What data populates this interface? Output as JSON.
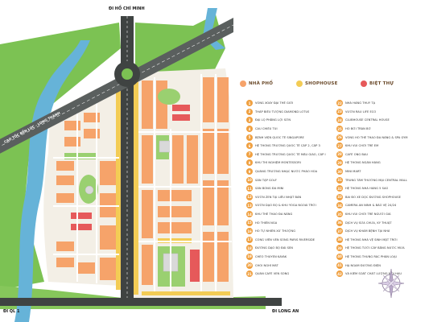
{
  "map": {
    "road_labels": {
      "north": "ĐI HỒ CHÍ MINH",
      "highway": "CAO TỐC BẾN LỨC - LONG THÀNH",
      "southwest": "ĐI QL 1",
      "south": "ĐI LONG AN"
    }
  },
  "legend": [
    {
      "label": "NHÀ PHỐ",
      "color": "#f6a36a"
    },
    {
      "label": "SHOPHOUSE",
      "color": "#f3cc55"
    },
    {
      "label": "BIỆT THỰ",
      "color": "#e6595a"
    }
  ],
  "amenities": [
    {
      "num": "1",
      "label": "VÒNG XOAY ĐẠI THẾ GIỚI"
    },
    {
      "num": "2",
      "label": "THÁP BIỂU TƯỢNG DIAMOND LOTUS"
    },
    {
      "num": "3",
      "label": "ĐẠI LỘ PHẲNG LỢI SƠN"
    },
    {
      "num": "4",
      "label": "CẦU CHIẾU TÚI"
    },
    {
      "num": "5",
      "label": "BỆNH VIỆN QUỐC TẾ SINGAPORE"
    },
    {
      "num": "6",
      "label": "HỆ THỐNG TRƯỜNG QUỐC TẾ CẤP 2, CẤP 3"
    },
    {
      "num": "7",
      "label": "HỆ THỐNG TRƯỜNG QUỐC TẾ MẪU GIÁO, CẤP I"
    },
    {
      "num": "8",
      "label": "KHU THÍ NGHIỆM MONTESSORI"
    },
    {
      "num": "9",
      "label": "QUẢNG TRƯỜNG NHẠC NƯỚC PHÁO HOA"
    },
    {
      "num": "10",
      "label": "SÂN TẬP GOLF"
    },
    {
      "num": "11",
      "label": "SÂN BÓNG ĐÁ MINI"
    },
    {
      "num": "12",
      "label": "VƯỜN ZEN TẠI LIỄU NHẬT BẢN"
    },
    {
      "num": "13",
      "label": "VƯỜN DẠO BỘ & KHU YOGA NGOÀI TRỜI"
    },
    {
      "num": "14",
      "label": "KHU THỂ THAO ĐA NĂNG"
    },
    {
      "num": "15",
      "label": "HỒ THIÊN NGA"
    },
    {
      "num": "16",
      "label": "HỒ TỰ NHIÊN XỨ THƯỢNG"
    },
    {
      "num": "17",
      "label": "CÔNG VIÊN VEN SÔNG PARIS RIVERSIDE"
    },
    {
      "num": "18",
      "label": "ĐƯỜNG DẠO BỘ ĐÀI SEN"
    },
    {
      "num": "19",
      "label": "CHÈO THUYỀN KAYAK"
    },
    {
      "num": "20",
      "label": "CHÒI NGHỈ MÁT"
    },
    {
      "num": "21",
      "label": "QUÁN CAFÉ VEN SÔNG"
    },
    {
      "num": "22",
      "label": "NHÀ HÀNG THỦY TẠ"
    },
    {
      "num": "23",
      "label": "VƯỜN RAU LIFE ECO"
    },
    {
      "num": "24",
      "label": "CLUBHOUSE CENTRAL HOUSE"
    },
    {
      "num": "25",
      "label": "HỒ BƠI TRÀN BỜ"
    },
    {
      "num": "26",
      "label": "VÕNG HỒ THỂ THAO ĐA NĂNG & SPA GYM"
    },
    {
      "num": "27",
      "label": "KHU VUI CHƠI TRẺ EM"
    },
    {
      "num": "28",
      "label": "CAFÉ ÔNG BẦU"
    },
    {
      "num": "29",
      "label": "HỆ THỐNG NGÂN HÀNG"
    },
    {
      "num": "30",
      "label": "MINI MART"
    },
    {
      "num": "31",
      "label": "TRUNG TÂM THƯƠNG MẠI CENTRAL MALL"
    },
    {
      "num": "32",
      "label": "HỆ THỐNG NHÀ HÀNG 5 SAO"
    },
    {
      "num": "33",
      "label": "BÃI ĐỖ XE DỌC ĐƯỜNG SHOPHOUSE"
    },
    {
      "num": "34",
      "label": "CAMERA AN NINH & BẢO VỆ 24/24"
    },
    {
      "num": "35",
      "label": "KHU VUI CHƠI TRẺ NGƯỜI GIÀ"
    },
    {
      "num": "36",
      "label": "DỊCH VỤ SỬA CHỮA, KỸ THUẬT"
    },
    {
      "num": "37",
      "label": "DỊCH VỤ KHÁM BỆNH TẠI NHÀ"
    },
    {
      "num": "38",
      "label": "HỆ THỐNG NHÀ VỆ SINH MẶT TRỜI"
    },
    {
      "num": "39",
      "label": "HỆ THỐNG TƯỚI CÂY BẰNG NƯỚC MƯA"
    },
    {
      "num": "40",
      "label": "HỆ THỐNG THÙNG RÁC PHÂN LOẠI"
    },
    {
      "num": "41",
      "label": "HẠ NGẦM ĐƯỜNG ĐIỆN"
    },
    {
      "num": "42",
      "label": "VẢ KIỂM SOÁT CHẤT LƯỢNG MÔI HẦU"
    }
  ],
  "colors": {
    "river": "#66b3d8",
    "greenery": "#7cc253",
    "road": "#3f4342",
    "townhouse": "#f6a36a",
    "shophouse": "#f3cc55",
    "villa": "#e6595a",
    "badge": "#f0a040"
  }
}
